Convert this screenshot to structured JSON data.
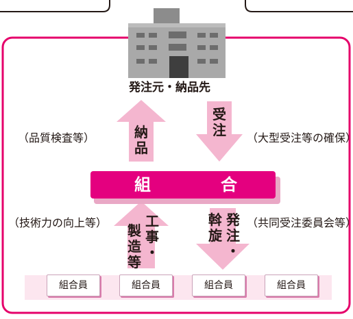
{
  "top_label": "発注元・納品先",
  "arrows": {
    "delivery": {
      "chars": [
        "納",
        "品"
      ]
    },
    "orders": {
      "chars": [
        "受",
        "注"
      ]
    },
    "manufacturing": {
      "chars": [
        "工",
        "事",
        "・",
        "製",
        "造",
        "等"
      ]
    },
    "ordering": {
      "chars": [
        "発",
        "注",
        "・",
        "斡",
        "旋"
      ]
    }
  },
  "side_labels": {
    "quality": "（品質検査等）",
    "large_orders": "（大型受注等の確保）",
    "tech": "（技術力の向上等）",
    "joint": "（共同受注委員会等）"
  },
  "banner": {
    "left": "組",
    "right": "合"
  },
  "members": [
    "組合員",
    "組合員",
    "組合員",
    "組合員"
  ],
  "colors": {
    "frame": "#e5006a",
    "banner": "#e4007f",
    "arrow": "#f4b6cf",
    "members_band": "#fce6ef",
    "building": "#a9a9a9"
  },
  "icons": {
    "building": "office-building-icon"
  }
}
